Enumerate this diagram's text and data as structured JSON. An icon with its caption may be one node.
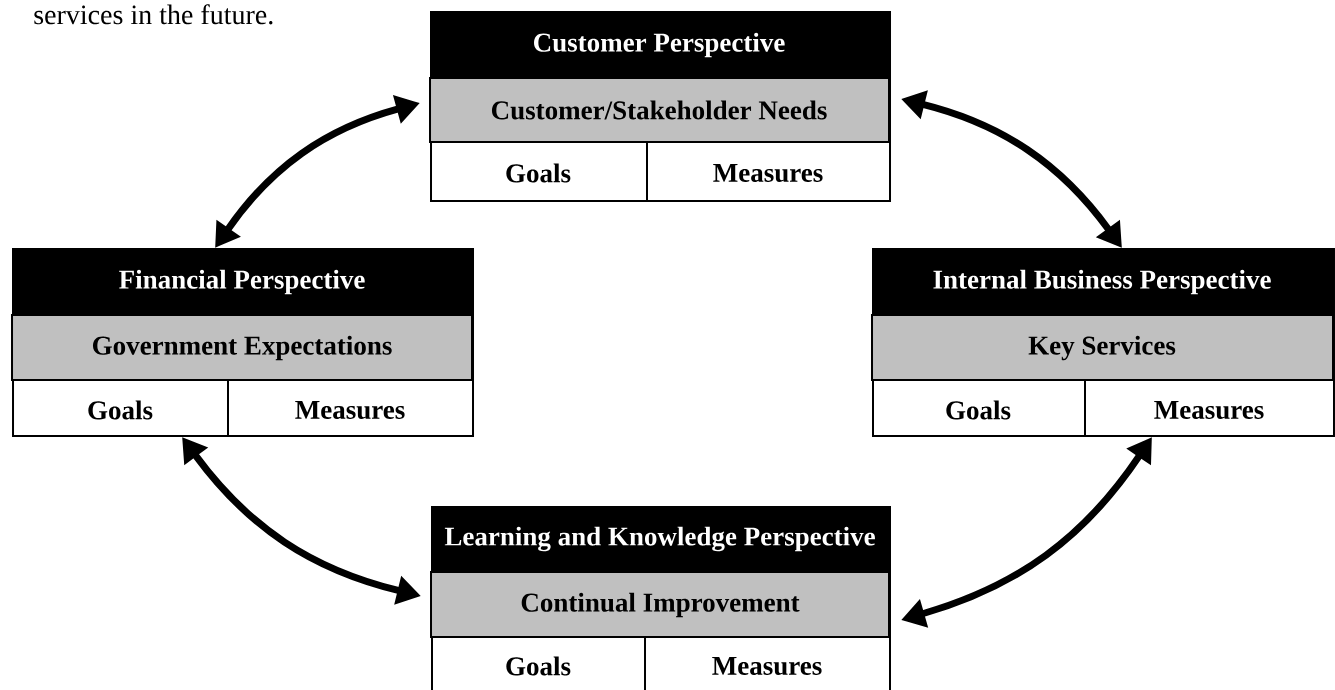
{
  "diagram": {
    "nodes": [
      {
        "text": [
          "Customer Perspective",
          "Customer/Stakeholder Needs",
          "Goals",
          "Measures"
        ]
      },
      {
        "text": [
          "Financial Perspective",
          "Government Expectations",
          "Goals",
          "Measures"
        ]
      },
      {
        "text": [
          "Internal Business Perspective",
          "Key Services",
          "Goals",
          "Measures"
        ]
      },
      {
        "text": [
          "Learning and Knowledge Perspective",
          "Continual Improvement",
          "Goals",
          "Measures"
        ]
      }
    ],
    "edges": [
      {
        "from": 1,
        "to": 0,
        "arrow": "both"
      },
      {
        "from": 0,
        "to": 2,
        "arrow": "both"
      },
      {
        "from": 1,
        "to": 3,
        "arrow": "both"
      },
      {
        "from": 3,
        "to": 2,
        "arrow": "both"
      }
    ],
    "labels": [
      "services in the future."
    ]
  }
}
